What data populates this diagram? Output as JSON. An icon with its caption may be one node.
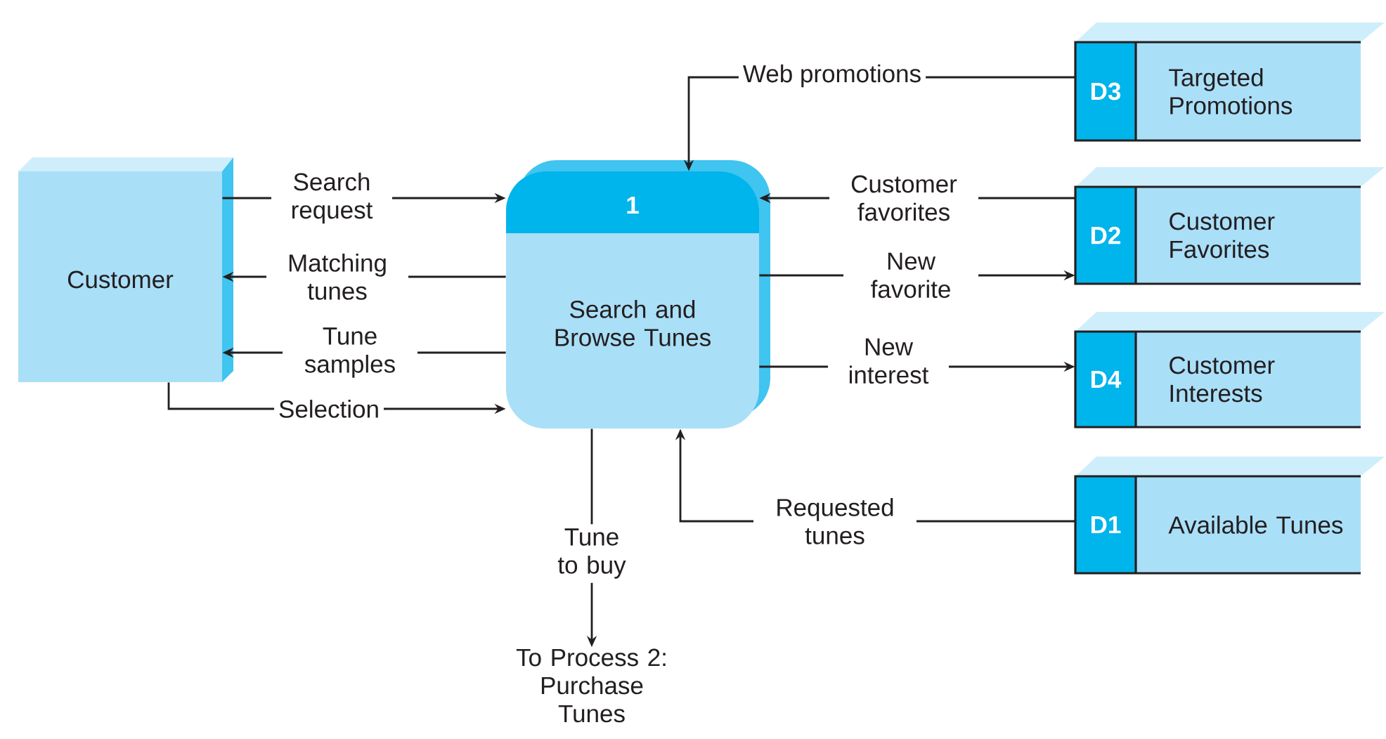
{
  "diagram": {
    "nodes": [
      {
        "text": [
          "Customer"
        ]
      },
      {
        "text": [
          "1",
          "Search and Browse Tunes"
        ]
      },
      {
        "text": [
          "D3",
          "Targeted Promotions"
        ]
      },
      {
        "text": [
          "D2",
          "Customer Favorites"
        ]
      },
      {
        "text": [
          "D4",
          "Customer Interests"
        ]
      },
      {
        "text": [
          "D1",
          "Available Tunes"
        ]
      },
      {
        "text": [
          "To Process 2: Purchase Tunes"
        ]
      }
    ],
    "edges": [
      {
        "from": 0,
        "to": 1,
        "arrow": "to",
        "label": "Search request"
      },
      {
        "from": 1,
        "to": 0,
        "arrow": "to",
        "label": "Matching tunes"
      },
      {
        "from": 1,
        "to": 0,
        "arrow": "to",
        "label": "Tune samples"
      },
      {
        "from": 0,
        "to": 1,
        "arrow": "to",
        "label": "Selection"
      },
      {
        "from": 2,
        "to": 1,
        "arrow": "to",
        "label": "Web promotions"
      },
      {
        "from": 3,
        "to": 1,
        "arrow": "to",
        "label": "Customer favorites"
      },
      {
        "from": 1,
        "to": 3,
        "arrow": "to",
        "label": "New favorite"
      },
      {
        "from": 1,
        "to": 4,
        "arrow": "to",
        "label": "New interest"
      },
      {
        "from": 5,
        "to": 1,
        "arrow": "to",
        "label": "Requested tunes"
      },
      {
        "from": 1,
        "to": 6,
        "arrow": "to",
        "label": "Tune to buy"
      }
    ]
  }
}
